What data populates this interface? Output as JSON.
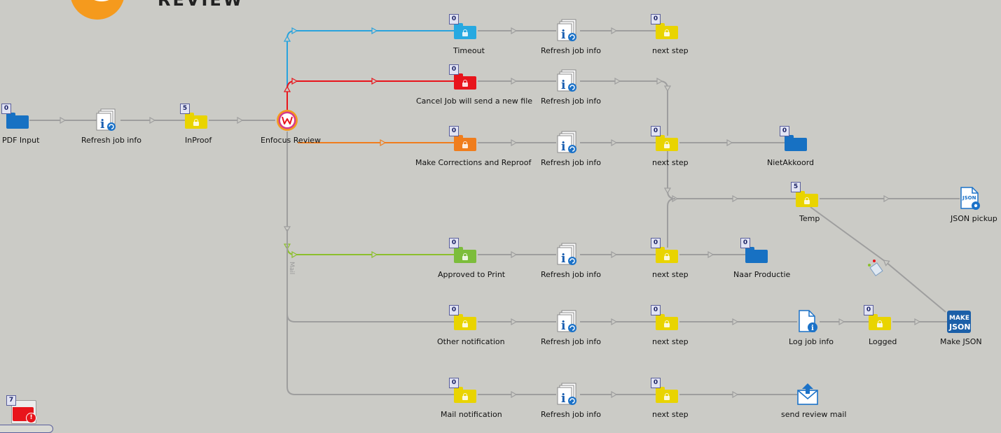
{
  "header": {
    "brand_text": "REVIEW"
  },
  "labels": {
    "pdf_input": "PDF Input",
    "refresh_main": "Refresh job info",
    "inproof": "InProof",
    "enfocus_review": "Enfocus Review",
    "timeout": "Timeout",
    "refresh_timeout": "Refresh job info",
    "next_timeout": "next step",
    "cancel": "Cancel Job will send a new file",
    "refresh_cancel": "Refresh job info",
    "make_corrections": "Make Corrections and Reproof",
    "refresh_corrections": "Refresh job info",
    "next_corrections": "next step",
    "niet_akkoord": "NietAkkoord",
    "temp": "Temp",
    "json_pickup": "JSON pickup",
    "approved": "Approved to Print",
    "refresh_approved": "Refresh job info",
    "next_approved": "next step",
    "naar_productie": "Naar Productie",
    "mail_connection": "Mail",
    "other_notification": "Other notification",
    "refresh_other": "Refresh job info",
    "next_other": "next step",
    "log_job_info": "Log job info",
    "logged": "Logged",
    "make_json": "Make JSON",
    "mail_notification": "Mail notification",
    "refresh_mail": "Refresh job info",
    "next_mail": "next step",
    "send_review_mail": "send review mail"
  },
  "counts": {
    "pdf_input": "0",
    "inproof": "5",
    "timeout": "0",
    "next_timeout": "0",
    "cancel": "0",
    "make_corrections": "0",
    "next_corrections": "0",
    "niet_akkoord": "0",
    "temp": "5",
    "approved": "0",
    "next_approved": "0",
    "naar_productie": "0",
    "other_notification": "0",
    "next_other": "0",
    "logged": "0",
    "mail_notification": "0",
    "next_mail": "0",
    "problem_jobs": "7"
  },
  "icon_text": {
    "json_pickup": "JSON",
    "make_json_top": "MAKE",
    "make_json_bottom": "JSON"
  },
  "colors": {
    "canvas_bg": "#cbcbc6",
    "connection_default": "#9e9e9e",
    "connection_timeout": "#29a3dd",
    "connection_cancel": "#e8141b",
    "connection_corrections": "#f07d1d",
    "connection_approved": "#8cbf2c",
    "folder_input": "#1771c3",
    "folder_yellow": "#e9d400",
    "folder_timeout": "#27a9e1",
    "folder_cancel": "#e8141b",
    "folder_corrections": "#f07d1d",
    "folder_approved": "#7cbd3b",
    "enfocus_orange": "#f59a1d"
  }
}
